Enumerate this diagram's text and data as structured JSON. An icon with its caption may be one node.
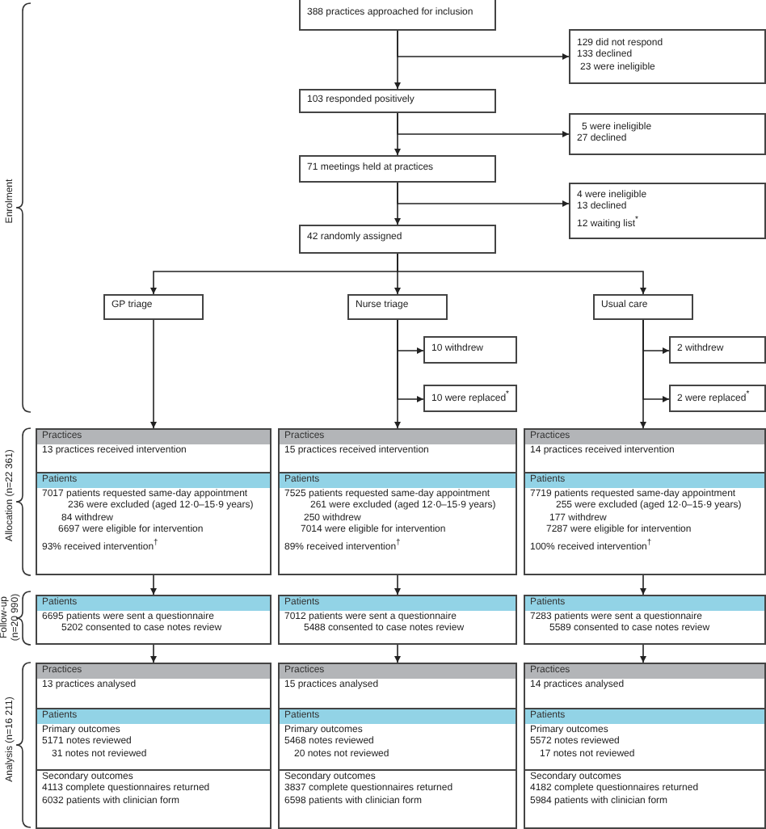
{
  "diagram": {
    "nodes": [
      {
        "text": [
          "388 practices approached for inclusion"
        ]
      },
      {
        "text": [
          "129 did not respond",
          "133 declined",
          "23 were ineligible"
        ]
      },
      {
        "text": [
          "103 responded positively"
        ]
      },
      {
        "text": [
          "5 were ineligible",
          "27 declined"
        ]
      },
      {
        "text": [
          "71 meetings held at practices"
        ]
      },
      {
        "text": [
          "4 were ineligible",
          "13 declined",
          "12 waiting list$^{*}$"
        ]
      },
      {
        "text": [
          "42 randomly assigned"
        ]
      },
      {
        "text": [
          "GP triage"
        ]
      },
      {
        "text": [
          "Nurse triage"
        ]
      },
      {
        "text": [
          "Usual care"
        ]
      },
      {
        "text": [
          "10 withdrew"
        ]
      },
      {
        "text": [
          "10 were replaced$^{*}$"
        ]
      },
      {
        "text": [
          "2 withdrew"
        ]
      },
      {
        "text": [
          "2 were replaced$^{*}$"
        ]
      },
      {
        "text": [
          "Practices",
          "13 practices received intervention"
        ]
      },
      {
        "text": [
          "Patients",
          "7017 patients requested same-day appointment",
          "236 were excluded (aged 12·0–15·9 years)",
          "84 withdrew",
          "6697 were eligible for intervention",
          "93% received intervention$^{†}$"
        ]
      },
      {
        "text": [
          "Practices",
          "15 practices received intervention"
        ]
      },
      {
        "text": [
          "Patients",
          "7525 patients requested same-day appointment",
          "261 were excluded (aged 12·0–15·9 years)",
          "250 withdrew",
          "7014 were eligible for intervention",
          "89% received intervention$^{†}$"
        ]
      },
      {
        "text": [
          "Practices",
          "14 practices received intervention"
        ]
      },
      {
        "text": [
          "Patients",
          "7719 patients requested same-day appointment",
          "255 were excluded (aged 12·0–15·9 years)",
          "177 withdrew",
          "7287 were eligible for intervention",
          "100% received intervention$^{†}$"
        ]
      },
      {
        "text": [
          "Patients",
          "6695 patients were sent a questionnaire",
          "5202 consented to case notes review"
        ]
      },
      {
        "text": [
          "Patients",
          "7012 patients were sent a questionnaire",
          "5488 consented to case notes review"
        ]
      },
      {
        "text": [
          "Patients",
          "7283 patients were sent a questionnaire",
          "5589 consented to case notes review"
        ]
      },
      {
        "text": [
          "Practices",
          "13 practices analysed"
        ]
      },
      {
        "text": [
          "Patients",
          "Primary outcomes",
          "5171 notes reviewed",
          "31 notes not reviewed"
        ]
      },
      {
        "text": [
          "Secondary outcomes",
          "4113 complete questionnaires returned",
          "6032 patients with clinician form"
        ]
      },
      {
        "text": [
          "Practices",
          "15 practices analysed"
        ]
      },
      {
        "text": [
          "Patients",
          "Primary outcomes",
          "5468 notes reviewed",
          "20 notes not reviewed"
        ]
      },
      {
        "text": [
          "Secondary outcomes",
          "3837 complete questionnaires returned",
          "6598 patients with clinician form"
        ]
      },
      {
        "text": [
          "Practices",
          "14 practices analysed"
        ]
      },
      {
        "text": [
          "Patients",
          "Primary outcomes",
          "5572 notes reviewed",
          "17 notes not reviewed"
        ]
      },
      {
        "text": [
          "Secondary outcomes",
          "4182 complete questionnaires returned",
          "5984 patients with clinician form"
        ]
      }
    ],
    "edges": [
      {
        "from": 0,
        "to": 2,
        "arrow": "to"
      },
      {
        "from": 0,
        "to": 1,
        "arrow": "to"
      },
      {
        "from": 2,
        "to": 4,
        "arrow": "to"
      },
      {
        "from": 2,
        "to": 3,
        "arrow": "to"
      },
      {
        "from": 4,
        "to": 6,
        "arrow": "to"
      },
      {
        "from": 4,
        "to": 5,
        "arrow": "to"
      },
      {
        "from": 6,
        "to": 7,
        "arrow": "to"
      },
      {
        "from": 6,
        "to": 8,
        "arrow": "to"
      },
      {
        "from": 6,
        "to": 9,
        "arrow": "to"
      },
      {
        "from": 8,
        "to": 10,
        "arrow": "to"
      },
      {
        "from": 8,
        "to": 11,
        "arrow": "to"
      },
      {
        "from": 9,
        "to": 12,
        "arrow": "to"
      },
      {
        "from": 9,
        "to": 13,
        "arrow": "to"
      },
      {
        "from": 7,
        "to": 14,
        "arrow": "to"
      },
      {
        "from": 8,
        "to": 16,
        "arrow": "to"
      },
      {
        "from": 9,
        "to": 18,
        "arrow": "to"
      },
      {
        "from": 15,
        "to": 20,
        "arrow": "to"
      },
      {
        "from": 17,
        "to": 21,
        "arrow": "to"
      },
      {
        "from": 19,
        "to": 22,
        "arrow": "to"
      },
      {
        "from": 20,
        "to": 23,
        "arrow": "to"
      },
      {
        "from": 21,
        "to": 26,
        "arrow": "to"
      },
      {
        "from": 22,
        "to": 29,
        "arrow": "to"
      }
    ],
    "labels": [
      "Enrolment",
      "Allocation (n=22 361)",
      "Follow-up (n=20 990)",
      "Analysis (n=16 211)"
    ]
  }
}
